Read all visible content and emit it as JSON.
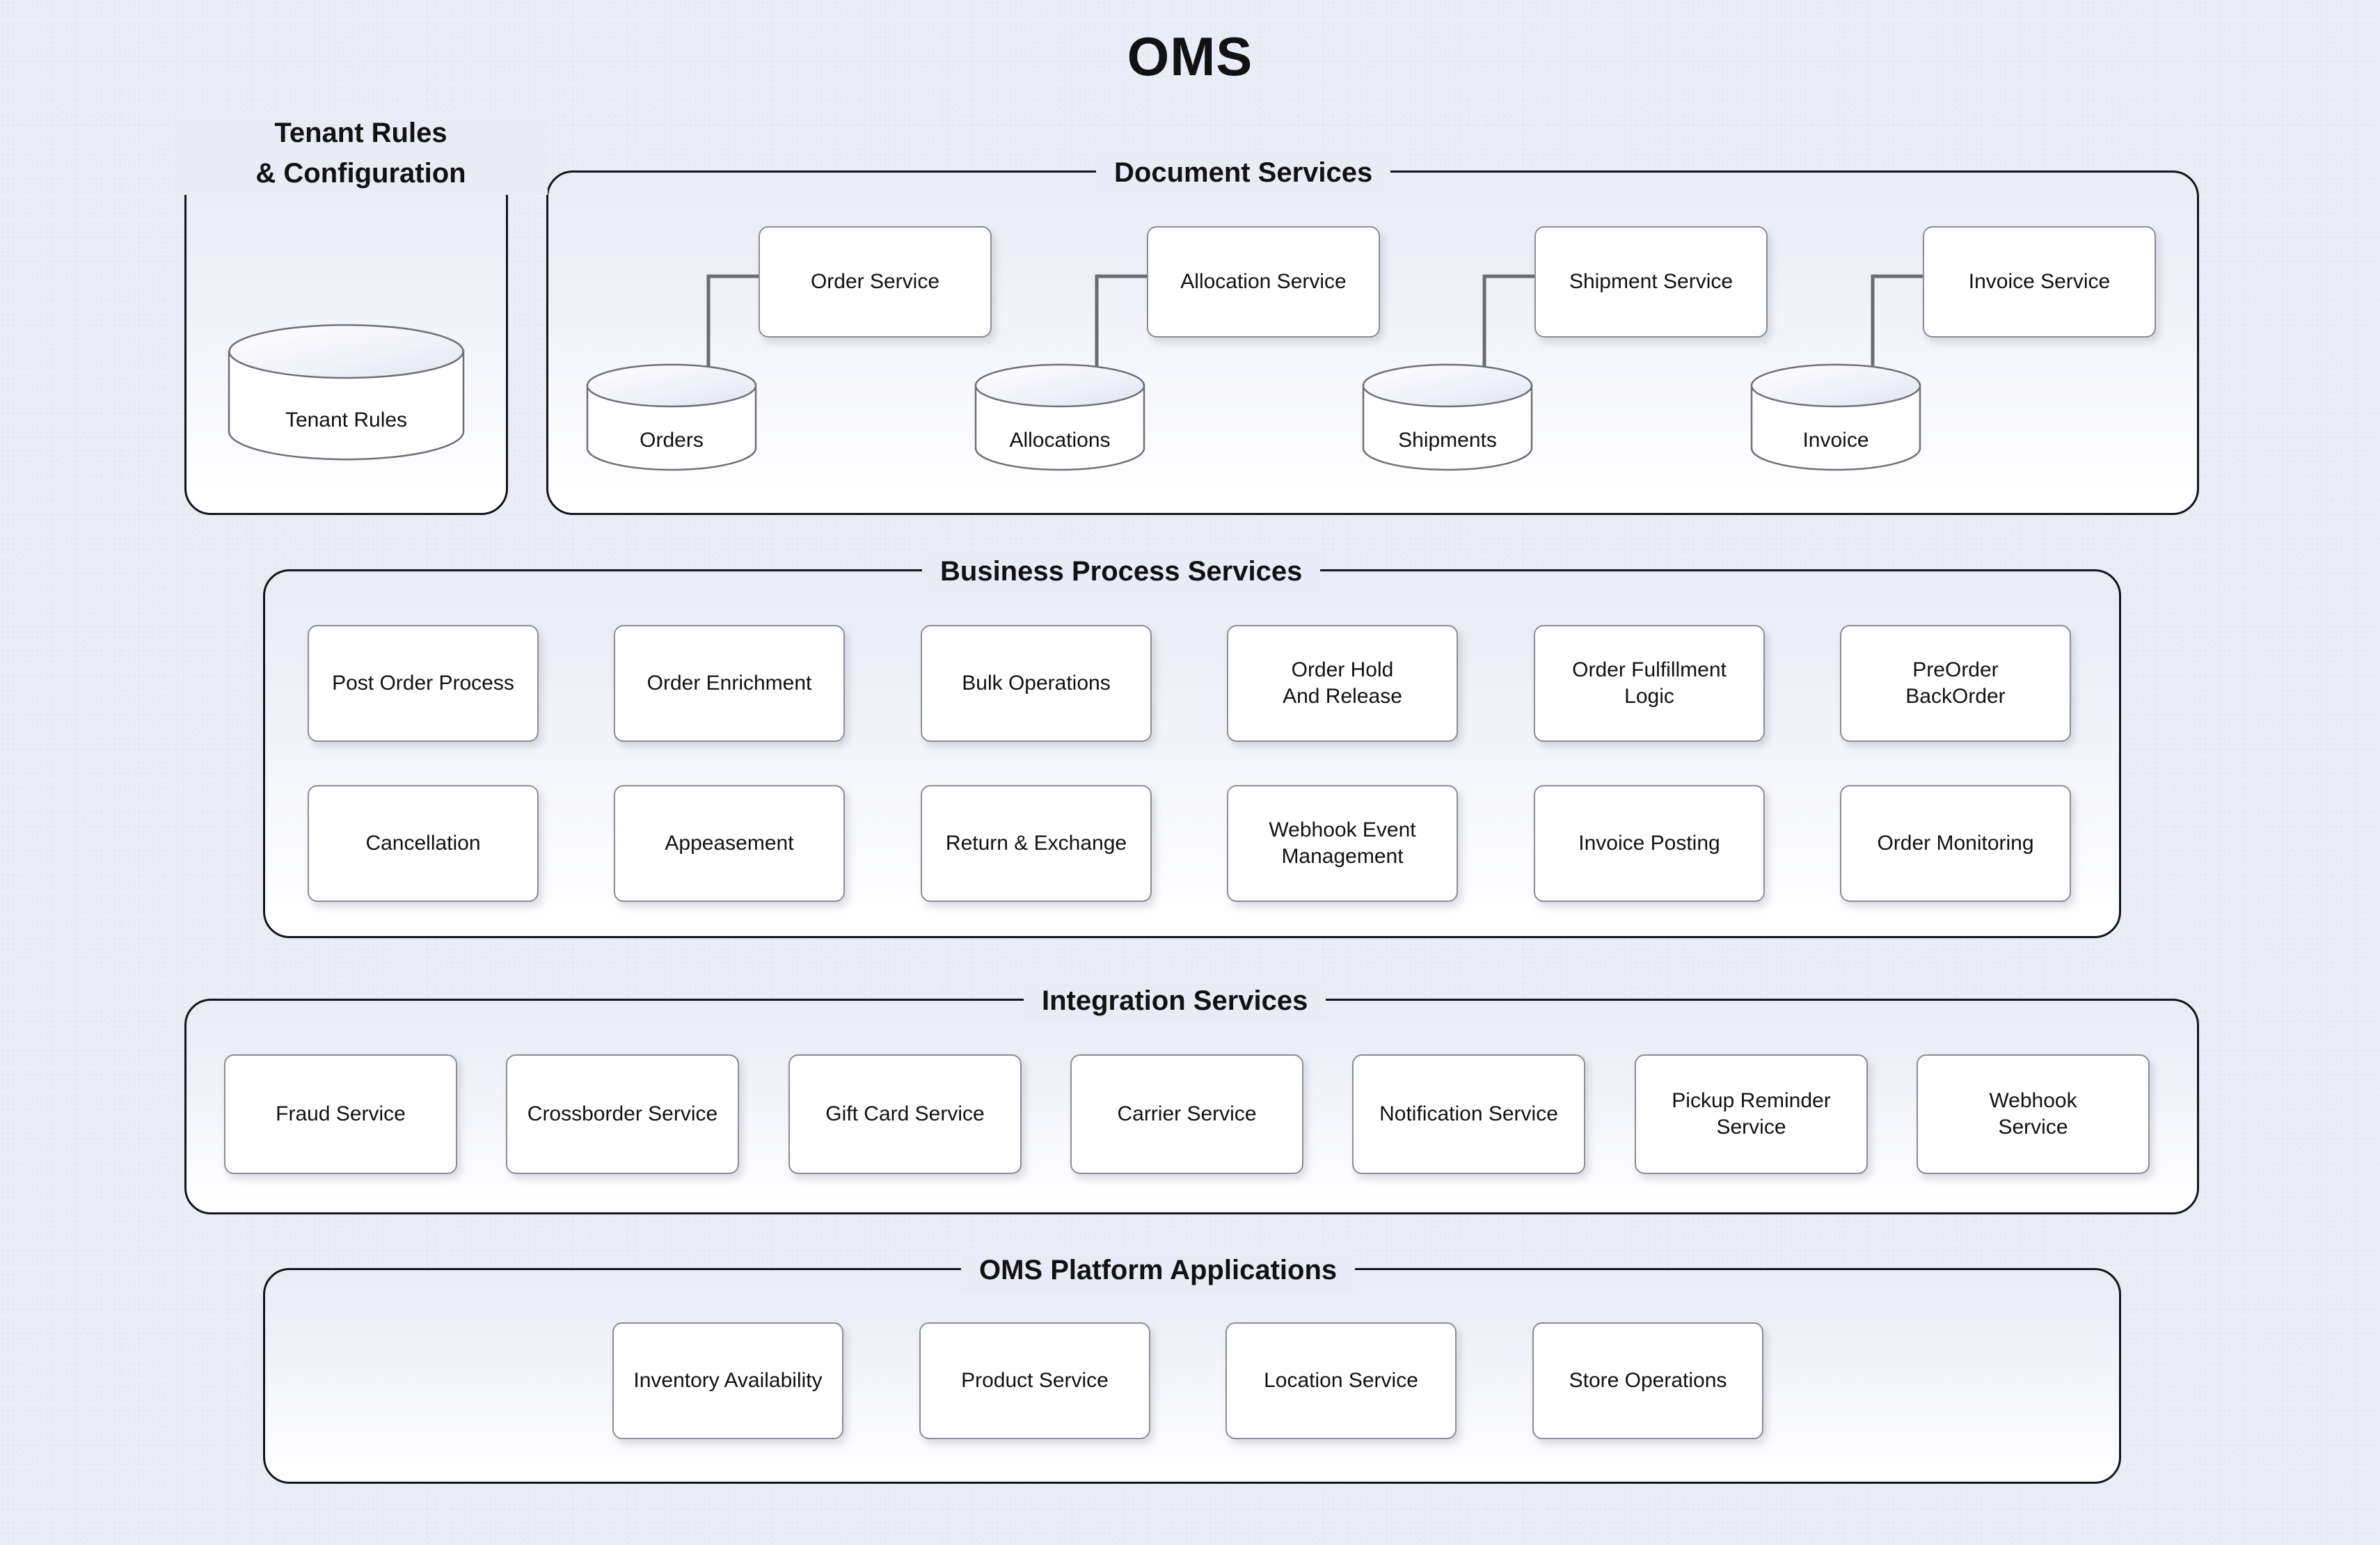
{
  "title": "OMS",
  "sections": {
    "tenant": {
      "title_line1": "Tenant Rules",
      "title_line2": "& Configuration",
      "database": {
        "label": "Tenant Rules",
        "icon": "database-cylinder-icon"
      }
    },
    "document_services": {
      "title": "Document Services",
      "pairs": [
        {
          "service": "Order Service",
          "database": "Orders",
          "icon": "database-cylinder-icon",
          "connector": "arrow-down-icon"
        },
        {
          "service": "Allocation Service",
          "database": "Allocations",
          "icon": "database-cylinder-icon",
          "connector": "arrow-down-icon"
        },
        {
          "service": "Shipment Service",
          "database": "Shipments",
          "icon": "database-cylinder-icon",
          "connector": "arrow-down-icon"
        },
        {
          "service": "Invoice Service",
          "database": "Invoice",
          "icon": "database-cylinder-icon",
          "connector": "arrow-down-icon"
        }
      ]
    },
    "business_process_services": {
      "title": "Business Process Services",
      "row1": [
        "Post Order Process",
        "Order Enrichment",
        "Bulk Operations",
        "Order Hold\nAnd Release",
        "Order Fulfillment\nLogic",
        "PreOrder\nBackOrder"
      ],
      "row2": [
        "Cancellation",
        "Appeasement",
        "Return & Exchange",
        "Webhook Event\nManagement",
        "Invoice Posting",
        "Order Monitoring"
      ]
    },
    "integration_services": {
      "title": "Integration Services",
      "items": [
        "Fraud Service",
        "Crossborder Service",
        "Gift Card Service",
        "Carrier Service",
        "Notification Service",
        "Pickup Reminder\nService",
        "Webhook\nService"
      ]
    },
    "oms_platform_applications": {
      "title": "OMS Platform Applications",
      "items": [
        "Inventory Availability",
        "Product Service",
        "Location Service",
        "Store Operations"
      ]
    }
  },
  "colors": {
    "background": "#e9ebf6",
    "panel_border": "#15151a",
    "card_border": "#8d8d93",
    "card_fill": "#ffffff",
    "text": "#111113",
    "connector": "#6b6b72",
    "cylinder_stroke": "#6f6f77"
  }
}
